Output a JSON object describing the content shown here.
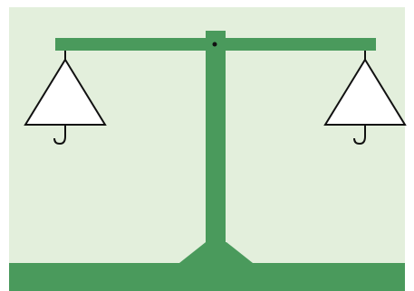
{
  "scene": {
    "background_color": "#e3efdc",
    "frame_color": "#ffffff",
    "structure_color": "#4a9a5c",
    "pan_fill": "#ffffff",
    "line_color": "#111111"
  },
  "components": {
    "beam": "balance-beam",
    "post": "vertical-post",
    "base": "ground-base",
    "left_pan": "left-triangle-pan",
    "right_pan": "right-triangle-pan",
    "left_hook": "left-hook",
    "right_hook": "right-hook",
    "pivot": "pivot-point"
  }
}
